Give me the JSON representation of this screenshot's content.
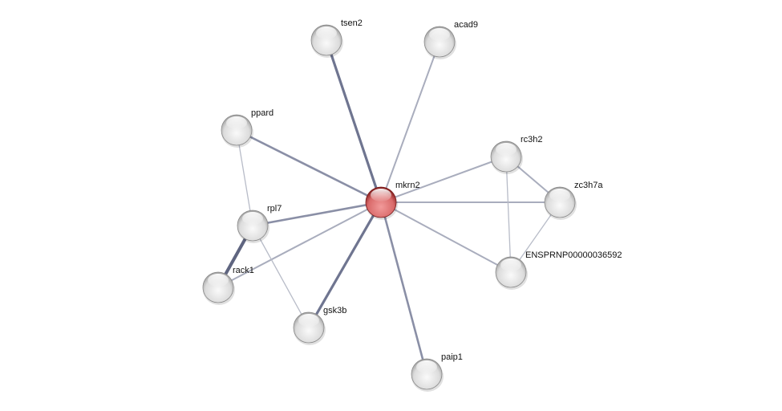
{
  "network": {
    "center": "mkrn2",
    "nodes": [
      {
        "id": "mkrn2",
        "label": "mkrn2",
        "query": true
      },
      {
        "id": "tsen2",
        "label": "tsen2"
      },
      {
        "id": "acad9",
        "label": "acad9"
      },
      {
        "id": "ppard",
        "label": "ppard"
      },
      {
        "id": "rc3h2",
        "label": "rc3h2"
      },
      {
        "id": "zc3h7a",
        "label": "zc3h7a"
      },
      {
        "id": "rpl7",
        "label": "rpl7"
      },
      {
        "id": "ensp",
        "label": "ENSPRNP00000036592"
      },
      {
        "id": "rack1",
        "label": "rack1"
      },
      {
        "id": "gsk3b",
        "label": "gsk3b"
      },
      {
        "id": "paip1",
        "label": "paip1"
      }
    ],
    "edges": [
      {
        "from": "mkrn2",
        "to": "tsen2",
        "strength": "strong"
      },
      {
        "from": "mkrn2",
        "to": "acad9",
        "strength": "weak"
      },
      {
        "from": "mkrn2",
        "to": "ppard",
        "strength": "medium"
      },
      {
        "from": "mkrn2",
        "to": "rc3h2",
        "strength": "weak"
      },
      {
        "from": "mkrn2",
        "to": "zc3h7a",
        "strength": "weak"
      },
      {
        "from": "mkrn2",
        "to": "rpl7",
        "strength": "medium"
      },
      {
        "from": "mkrn2",
        "to": "ensp",
        "strength": "weak"
      },
      {
        "from": "mkrn2",
        "to": "rack1",
        "strength": "weak"
      },
      {
        "from": "mkrn2",
        "to": "gsk3b",
        "strength": "strong"
      },
      {
        "from": "mkrn2",
        "to": "paip1",
        "strength": "medium"
      },
      {
        "from": "ppard",
        "to": "rpl7",
        "strength": "faint"
      },
      {
        "from": "rpl7",
        "to": "rack1",
        "strength": "strongest"
      },
      {
        "from": "rpl7",
        "to": "gsk3b",
        "strength": "faint"
      },
      {
        "from": "rc3h2",
        "to": "zc3h7a",
        "strength": "weak"
      },
      {
        "from": "rc3h2",
        "to": "ensp",
        "strength": "faint"
      },
      {
        "from": "zc3h7a",
        "to": "ensp",
        "strength": "faint"
      }
    ]
  }
}
